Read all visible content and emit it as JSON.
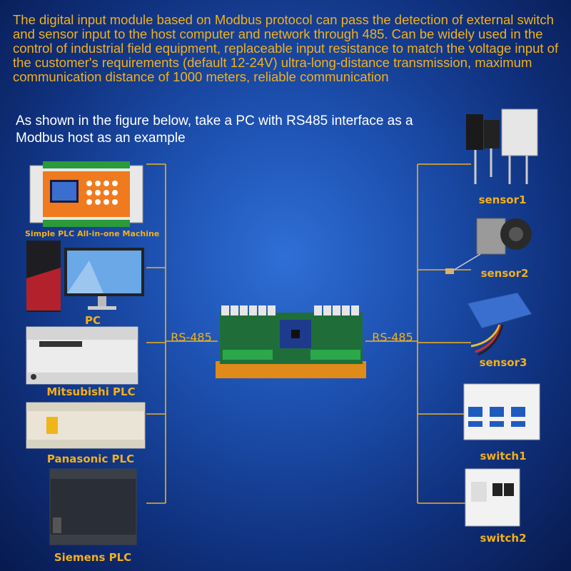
{
  "intro_text": "The digital input module based on Modbus protocol can pass the detection of external switch and sensor input to the host computer and network through 485. Can be widely used in the control of industrial field equipment, replaceable input resistance to match the voltage input of the customer's requirements (default 12-24V) ultra-long-distance transmission, maximum communication distance of 1000 meters, reliable communication",
  "subtitle": "As shown in the figure below, take a PC with RS485 interface as a Modbus host as an example",
  "hosts": [
    {
      "label": "Simple PLC All-in-one Machine"
    },
    {
      "label": "PC"
    },
    {
      "label": "Mitsubishi PLC"
    },
    {
      "label": "Panasonic PLC"
    },
    {
      "label": "Siemens PLC"
    }
  ],
  "inputs": [
    {
      "label": "sensor1"
    },
    {
      "label": "sensor2"
    },
    {
      "label": "sensor3"
    },
    {
      "label": "switch1"
    },
    {
      "label": "switch2"
    }
  ],
  "bus_left_label": "RS-485",
  "bus_right_label": "RS-485",
  "colors": {
    "accent": "#f2b01c",
    "line": "#f2b01c",
    "background": "#1c4fae"
  }
}
